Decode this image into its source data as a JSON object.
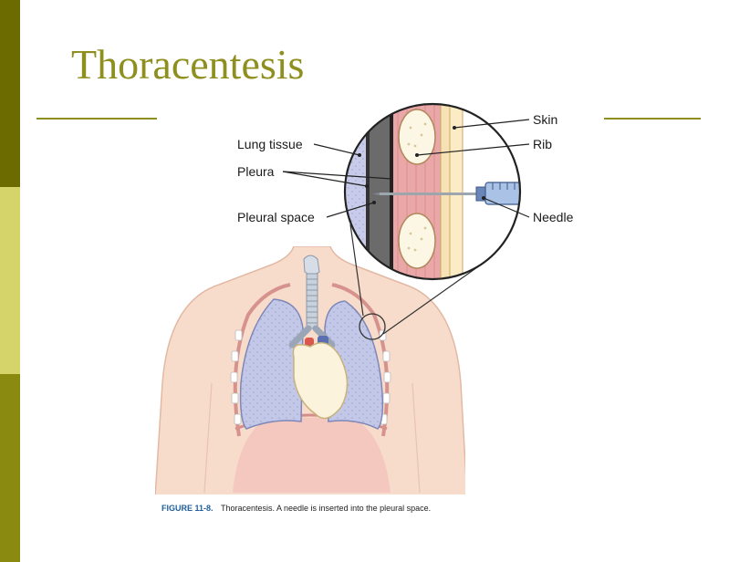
{
  "slide": {
    "title": "Thoracentesis"
  },
  "theme": {
    "sidebar_colors": [
      "#6b6b00",
      "#d4d46a",
      "#8a8a10"
    ],
    "title_color": "#8f8f1f",
    "rule_color": "#8f8f1f"
  },
  "figure": {
    "labels": {
      "lung_tissue": "Lung tissue",
      "pleura": "Pleura",
      "pleural_space": "Pleural space",
      "skin": "Skin",
      "rib": "Rib",
      "needle": "Needle"
    },
    "caption": {
      "number": "FIGURE 11-8.",
      "text": "Thoracentesis. A needle is inserted into the pleural space."
    }
  }
}
